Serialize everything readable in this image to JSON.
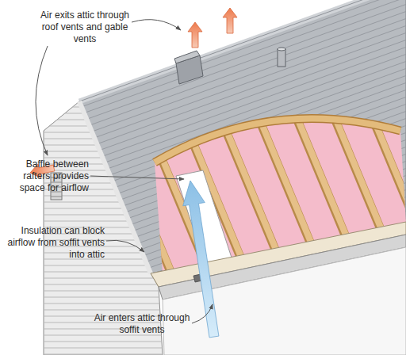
{
  "diagram": {
    "labels": [
      "Air exits attic through roof vents and gable vents",
      "Baffle between rafters provides space for airflow",
      "Insulation can block airflow from soffit vents into attic",
      "Air enters attic through soffit vents"
    ]
  }
}
